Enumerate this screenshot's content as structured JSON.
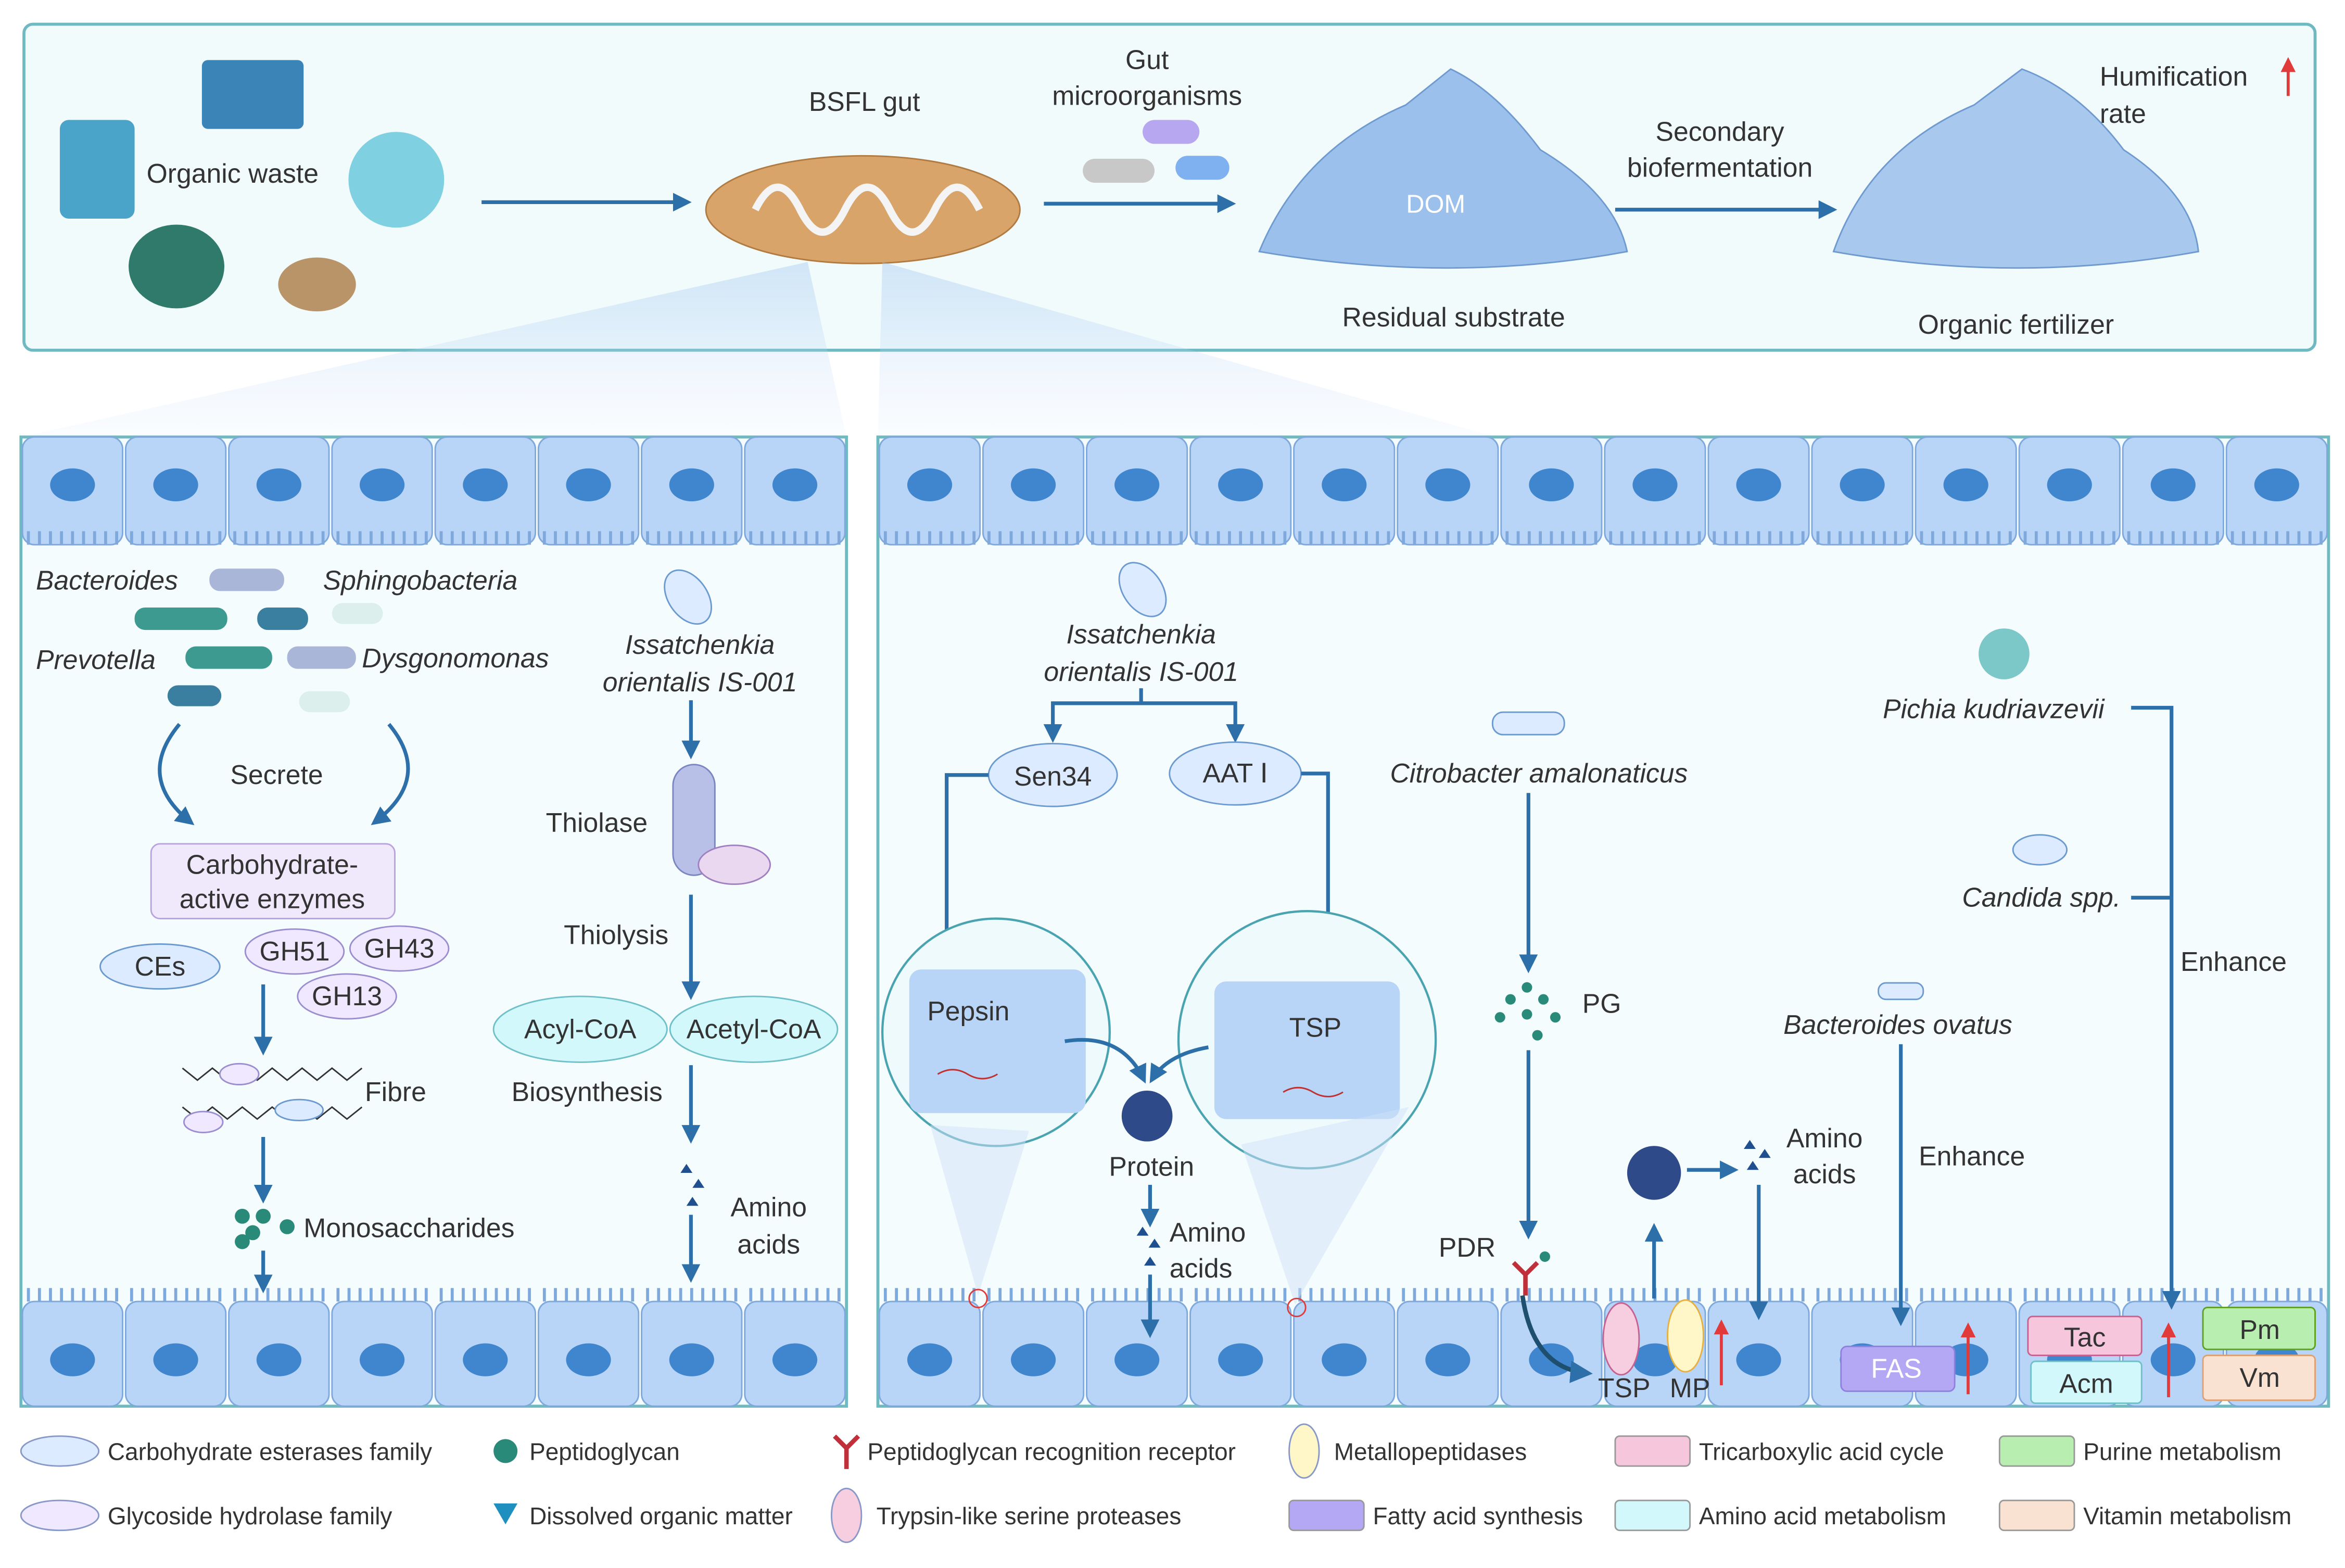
{
  "top": {
    "organic_waste": "Organic waste",
    "bsfl_gut": "BSFL gut",
    "gut_microorganisms": [
      "Gut",
      "microorganisms"
    ],
    "dom": "DOM",
    "residual_substrate": "Residual substrate",
    "secondary_biofermentation": [
      "Secondary",
      "biofermentation"
    ],
    "humification_rate": [
      "Humification",
      "rate"
    ],
    "organic_fertilizer": "Organic fertilizer"
  },
  "left": {
    "bacteroides": "Bacteroides",
    "sphingobacteria": "Sphingobacteria",
    "prevotella": "Prevotella",
    "dysgonomonas": "Dysgonomonas",
    "secrete": "Secrete",
    "cazymes": [
      "Carbohydrate-",
      "active enzymes"
    ],
    "ces": "CEs",
    "gh51": "GH51",
    "gh43": "GH43",
    "gh13": "GH13",
    "fibre": "Fibre",
    "monosaccharides": "Monosaccharides",
    "issatchenkia": [
      "Issatchenkia",
      "orientalis IS-001"
    ],
    "thiolase": "Thiolase",
    "thiolysis": "Thiolysis",
    "acyl_coa": "Acyl-CoA",
    "acetyl_coa": "Acetyl-CoA",
    "biosynthesis": "Biosynthesis",
    "amino_acids": [
      "Amino",
      "acids"
    ]
  },
  "right": {
    "issatchenkia": [
      "Issatchenkia",
      "orientalis IS-001"
    ],
    "sen34": "Sen34",
    "aat1": "AAT Ⅰ",
    "pepsin": "Pepsin",
    "tsp_circle": "TSP",
    "protein": "Protein",
    "amino_acids_1": [
      "Amino",
      "acids"
    ],
    "citrobacter": "Citrobacter amalonaticus",
    "pg": "PG",
    "pdr": "PDR",
    "tsp": "TSP",
    "mp": "MP",
    "amino_acids_2": [
      "Amino",
      "acids"
    ],
    "pichia": "Pichia kudriavzevii",
    "candida": "Candida spp.",
    "enhance_1": "Enhance",
    "bacteroides_ovatus": "Bacteroides ovatus",
    "enhance_2": "Enhance",
    "fas": "FAS",
    "tac": "Tac",
    "acm": "Acm",
    "pm": "Pm",
    "vm": "Vm"
  },
  "legend": [
    {
      "label": "Carbohydrate esterases family",
      "icon": "blue-ellipse",
      "color": "#dcebff"
    },
    {
      "label": "Peptidoglycan",
      "icon": "teal-dot",
      "color": "#2a8a7a"
    },
    {
      "label": "Peptidoglycan recognition receptor",
      "icon": "y-receptor",
      "color": "#c0303a"
    },
    {
      "label": "Metallopeptidases",
      "icon": "yellow-ellipse",
      "color": "#fff7c8"
    },
    {
      "label": "Tricarboxylic acid cycle",
      "icon": "pink-box",
      "color": "#f6c6dc"
    },
    {
      "label": "Purine metabolism",
      "icon": "green-box",
      "color": "#b8eeb0"
    },
    {
      "label": "Glycoside hydrolase family",
      "icon": "lavender-ellipse",
      "color": "#efe8ff"
    },
    {
      "label": "Dissolved organic matter",
      "icon": "blue-triangle",
      "color": "#1f8fc0"
    },
    {
      "label": "Trypsin-like serine proteases",
      "icon": "pink-ellipse",
      "color": "#f7cde0"
    },
    {
      "label": "Fatty acid synthesis",
      "icon": "purple-box",
      "color": "#b4a8f4"
    },
    {
      "label": "Amino acid metabolism",
      "icon": "cyan-box",
      "color": "#d2f8fb"
    },
    {
      "label": "Vitamin metabolism",
      "icon": "peach-box",
      "color": "#fae2d2"
    }
  ],
  "colors": {
    "arrow": "#2d6fa8",
    "panel_border": "#6fb9c0",
    "panel_bg": "#f4fcfd",
    "cell": "#b8d4f6",
    "nucleus": "#3f86cf",
    "increase_arrow": "#e03a3a"
  }
}
